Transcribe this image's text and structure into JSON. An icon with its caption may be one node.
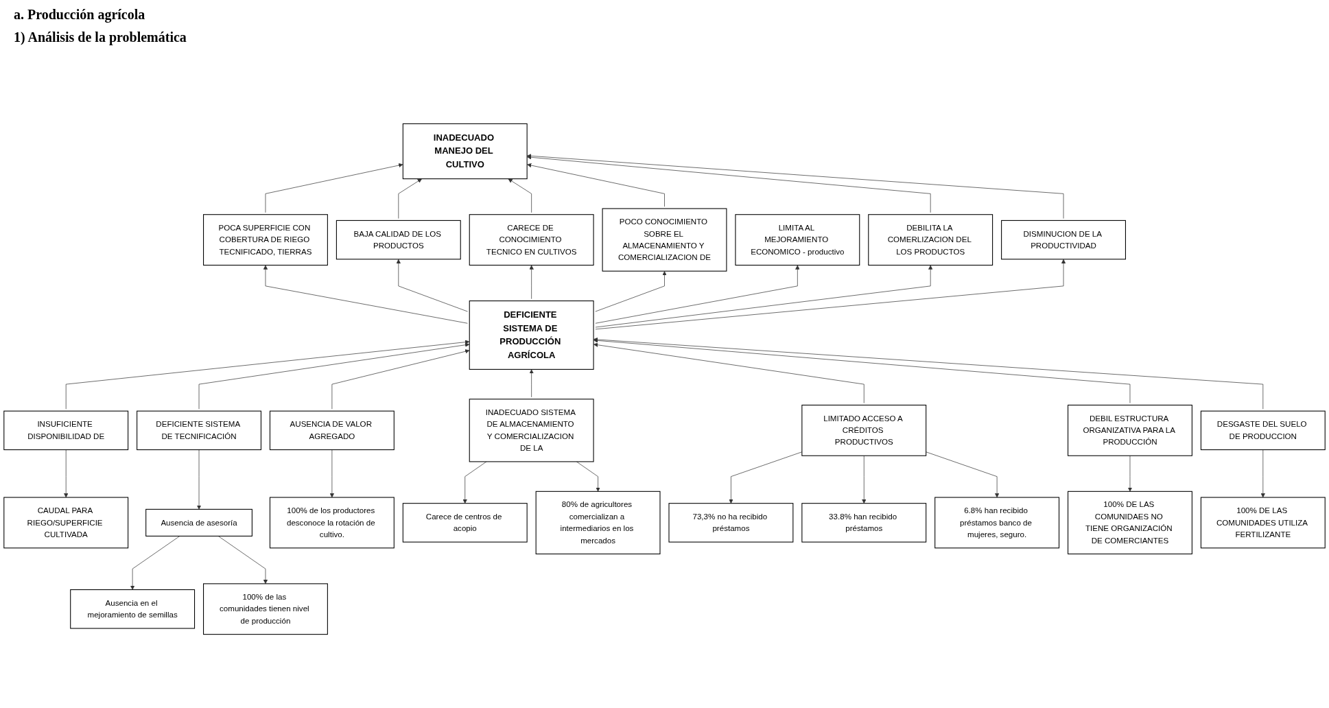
{
  "diagram": {
    "nodes": [
      {
        "text": [
          "INADECUADO MANEJO DEL CULTIVO"
        ]
      },
      {
        "text": [
          "POCA SUPERFICIE CON COBERTURA DE RIEGO TECNIFICADO, TIERRAS"
        ]
      },
      {
        "text": [
          "BAJA CALIDAD DE LOS PRODUCTOS"
        ]
      },
      {
        "text": [
          "CARECE DE CONOCIMIENTO TECNICO EN CULTIVOS"
        ]
      },
      {
        "text": [
          "POCO CONOCIMIENTO SOBRE EL ALMACENAMIENTO Y COMERCIALIZACION DE"
        ]
      },
      {
        "text": [
          "LIMITA AL MEJORAMIENTO ECONOMICO - productivo"
        ]
      },
      {
        "text": [
          "DEBILITA LA COMERLIZACION DEL LOS PRODUCTOS"
        ]
      },
      {
        "text": [
          "DISMINUCION DE LA PRODUCTIVIDAD"
        ]
      },
      {
        "text": [
          "DEFICIENTE SISTEMA DE PRODUCCIÓN AGRÍCOLA"
        ]
      },
      {
        "text": [
          "INSUFICIENTE DISPONIBILIDAD DE"
        ]
      },
      {
        "text": [
          "DEFICIENTE SISTEMA DE TECNIFICACIÓN"
        ]
      },
      {
        "text": [
          "AUSENCIA DE VALOR AGREGADO"
        ]
      },
      {
        "text": [
          "INADECUADO SISTEMA DE ALMACENAMIENTO Y COMERCIALIZACION DE LA"
        ]
      },
      {
        "text": [
          "LIMITADO ACCESO A CRÉDITOS PRODUCTIVOS"
        ]
      },
      {
        "text": [
          "DEBIL ESTRUCTURA ORGANIZATIVA PARA LA PRODUCCIÓN"
        ]
      },
      {
        "text": [
          "DESGASTE DEL SUELO DE PRODUCCION"
        ]
      },
      {
        "text": [
          "CAUDAL PARA RIEGO/SUPERFICIE CULTIVADA"
        ]
      },
      {
        "text": [
          "Ausencia de asesoría"
        ]
      },
      {
        "text": [
          "Ausencia en el mejoramiento de semillas"
        ]
      },
      {
        "text": [
          "100% de las comunidades tienen nivel de producción"
        ]
      },
      {
        "text": [
          "100% de los productores desconoce la rotación de cultivo."
        ]
      },
      {
        "text": [
          "Carece de centros de acopio"
        ]
      },
      {
        "text": [
          "80% de agricultores comercializan a intermediarios en los mercados"
        ]
      },
      {
        "text": [
          "73,3% no ha recibido préstamos"
        ]
      },
      {
        "text": [
          "33.8% han recibido préstamos"
        ]
      },
      {
        "text": [
          "6.8% han recibido préstamos banco de mujeres, seguro."
        ]
      },
      {
        "text": [
          "100% DE LAS COMUNIDAES NO TIENE ORGANIZACIÓN DE COMERCIANTES"
        ]
      },
      {
        "text": [
          "100% DE LAS COMUNIDADES UTILIZA FERTILIZANTE"
        ]
      }
    ],
    "edges": [
      {
        "from": 1,
        "to": 0,
        "arrow": "to"
      },
      {
        "from": 2,
        "to": 0,
        "arrow": "to"
      },
      {
        "from": 3,
        "to": 0,
        "arrow": "to"
      },
      {
        "from": 4,
        "to": 0,
        "arrow": "to"
      },
      {
        "from": 6,
        "to": 0,
        "arrow": "to"
      },
      {
        "from": 7,
        "to": 0,
        "arrow": "to"
      },
      {
        "from": 8,
        "to": 1,
        "arrow": "to"
      },
      {
        "from": 8,
        "to": 2,
        "arrow": "to"
      },
      {
        "from": 8,
        "to": 3,
        "arrow": "to"
      },
      {
        "from": 8,
        "to": 4,
        "arrow": "to"
      },
      {
        "from": 8,
        "to": 5,
        "arrow": "to"
      },
      {
        "from": 8,
        "to": 6,
        "arrow": "to"
      },
      {
        "from": 8,
        "to": 7,
        "arrow": "to"
      },
      {
        "from": 9,
        "to": 8,
        "arrow": "to"
      },
      {
        "from": 10,
        "to": 8,
        "arrow": "to"
      },
      {
        "from": 11,
        "to": 8,
        "arrow": "to"
      },
      {
        "from": 12,
        "to": 8,
        "arrow": "to"
      },
      {
        "from": 13,
        "to": 8,
        "arrow": "to"
      },
      {
        "from": 14,
        "to": 8,
        "arrow": "to"
      },
      {
        "from": 15,
        "to": 8,
        "arrow": "to"
      },
      {
        "from": 9,
        "to": 16,
        "arrow": "to"
      },
      {
        "from": 10,
        "to": 17,
        "arrow": "to"
      },
      {
        "from": 17,
        "to": 18,
        "arrow": "to"
      },
      {
        "from": 17,
        "to": 19,
        "arrow": "to"
      },
      {
        "from": 11,
        "to": 20,
        "arrow": "to"
      },
      {
        "from": 12,
        "to": 21,
        "arrow": "to"
      },
      {
        "from": 12,
        "to": 22,
        "arrow": "to"
      },
      {
        "from": 13,
        "to": 23,
        "arrow": "to"
      },
      {
        "from": 13,
        "to": 24,
        "arrow": "to"
      },
      {
        "from": 13,
        "to": 25,
        "arrow": "to"
      },
      {
        "from": 14,
        "to": 26,
        "arrow": "to"
      },
      {
        "from": 15,
        "to": 27,
        "arrow": "to"
      }
    ],
    "labels": [
      "a. Producción agrícola",
      "1) Análisis de la problemática"
    ]
  }
}
